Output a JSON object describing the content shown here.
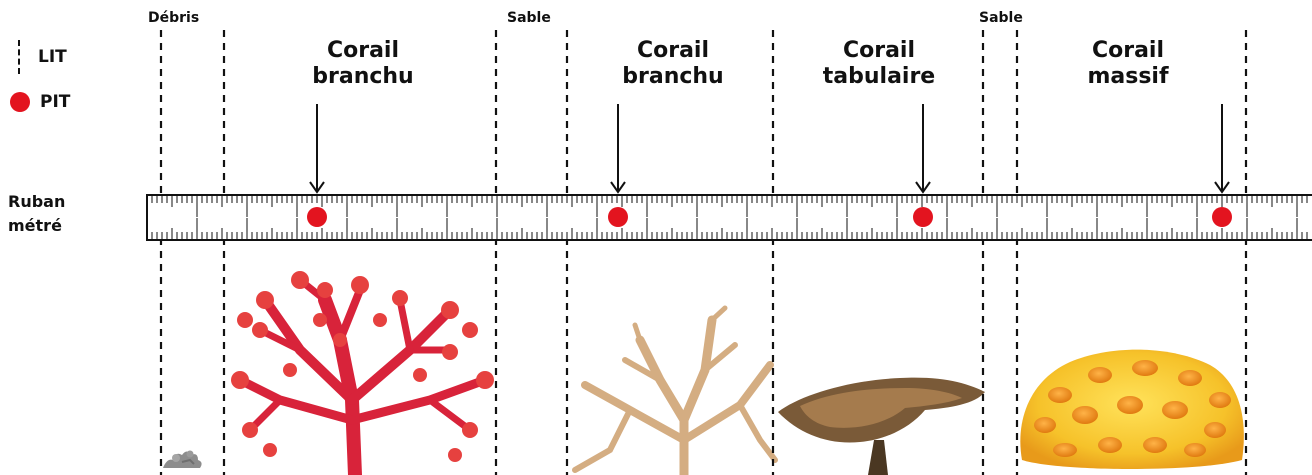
{
  "legend": {
    "lit_label": "LIT",
    "pit_label": "PIT",
    "pit_color": "#e3141f"
  },
  "tape": {
    "label_line1": "Ruban",
    "label_line2": "métré"
  },
  "zone_labels": {
    "debris": "Débris",
    "sable_1": "Sable",
    "sable_2": "Sable"
  },
  "categories": [
    {
      "line1": "Corail",
      "line2": "branchu"
    },
    {
      "line1": "Corail",
      "line2": "branchu"
    },
    {
      "line1": "Corail",
      "line2": "tabulaire"
    },
    {
      "line1": "Corail",
      "line2": "massif"
    }
  ],
  "illustrations": [
    "debris-rubble-icon",
    "red-branching-coral-icon",
    "tan-branching-coral-icon",
    "table-coral-icon",
    "massive-coral-icon"
  ]
}
